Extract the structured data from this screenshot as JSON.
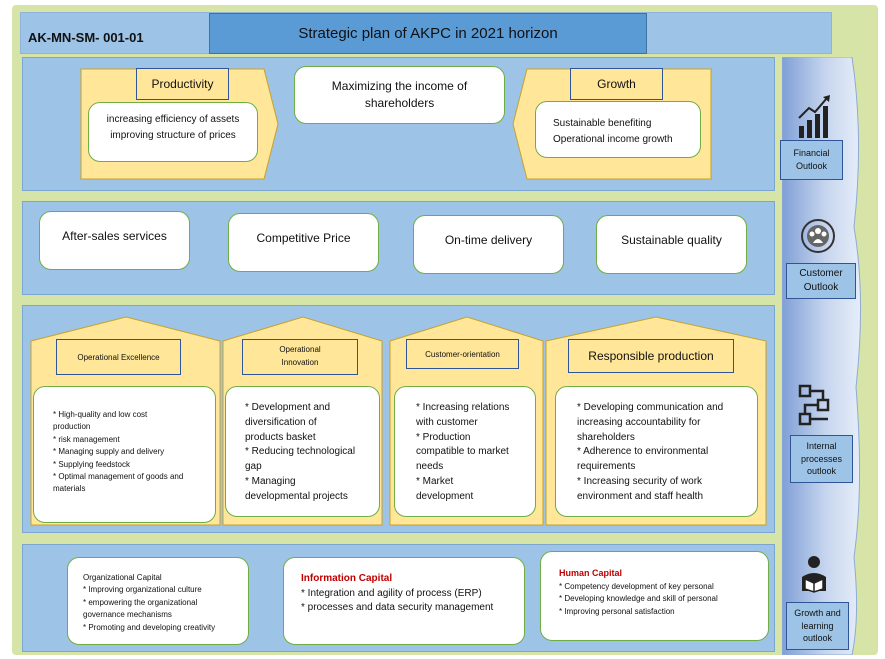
{
  "code": "AK-MN-SM- 001-01",
  "title": "Strategic plan of AKPC in 2021 horizon",
  "financial": {
    "productivity": {
      "label": "Productivity",
      "lines": [
        "increasing efficiency of assets",
        "improving structure of prices"
      ]
    },
    "center": {
      "lines": [
        "Maximizing the income of",
        "shareholders"
      ]
    },
    "growth": {
      "label": "Growth",
      "lines": [
        "Sustainable benefiting",
        "Operational income growth"
      ]
    }
  },
  "customer": {
    "items": [
      "After-sales services",
      "Competitive Price",
      "On-time delivery",
      "Sustainable quality"
    ]
  },
  "internal": {
    "columns": [
      {
        "label": "Operational Excellence",
        "items": [
          "* High-quality and low cost",
          "production",
          "* risk management",
          "* Managing supply and delivery",
          "* Supplying feedstock",
          "* Optimal management of goods and",
          "materials"
        ]
      },
      {
        "label_lines": [
          "Operational",
          "Innovation"
        ],
        "items": [
          "* Development and",
          "diversification of",
          "products basket",
          "* Reducing technological",
          "gap",
          "* Managing",
          "developmental projects"
        ]
      },
      {
        "label": "Customer-orientation",
        "items": [
          "* Increasing relations",
          "with customer",
          "* Production",
          "compatible to market",
          "needs",
          "* Market",
          "development"
        ]
      },
      {
        "label": "Responsible production",
        "items": [
          "* Developing communication and",
          "increasing accountability for",
          "shareholders",
          "* Adherence to environmental",
          "requirements",
          "* Increasing security of work",
          "environment and staff health"
        ]
      }
    ]
  },
  "learning": {
    "org": {
      "title": "Organizational Capital",
      "items": [
        "* Improving organizational culture",
        "* empowering the organizational",
        "governance mechanisms",
        "* Promoting and developing creativity"
      ]
    },
    "info": {
      "title": "Information Capital",
      "items": [
        "* Integration and agility of process (ERP)",
        "* processes and data security management"
      ]
    },
    "human": {
      "title": "Human Capital",
      "items": [
        "* Competency development of key personal",
        "* Developing knowledge and skill of personal",
        "* Improving personal satisfaction"
      ]
    }
  },
  "outlooks": [
    {
      "lines": [
        "Financial",
        "Outlook"
      ],
      "icon": "bar-chart-icon"
    },
    {
      "lines": [
        "Customer",
        "Outlook"
      ],
      "icon": "customer-group-icon"
    },
    {
      "lines": [
        "Internal",
        "processes",
        "outlook"
      ],
      "icon": "process-flow-icon"
    },
    {
      "lines": [
        "Growth and",
        "learning",
        "outlook"
      ],
      "icon": "reader-icon"
    }
  ],
  "colors": {
    "band": "#9dc3e6",
    "title": "#5b9bd5",
    "label_fill": "#ffe699",
    "box_border": "#70ad47",
    "capital_title": "#c00000",
    "frame": "#d7e4a8"
  }
}
